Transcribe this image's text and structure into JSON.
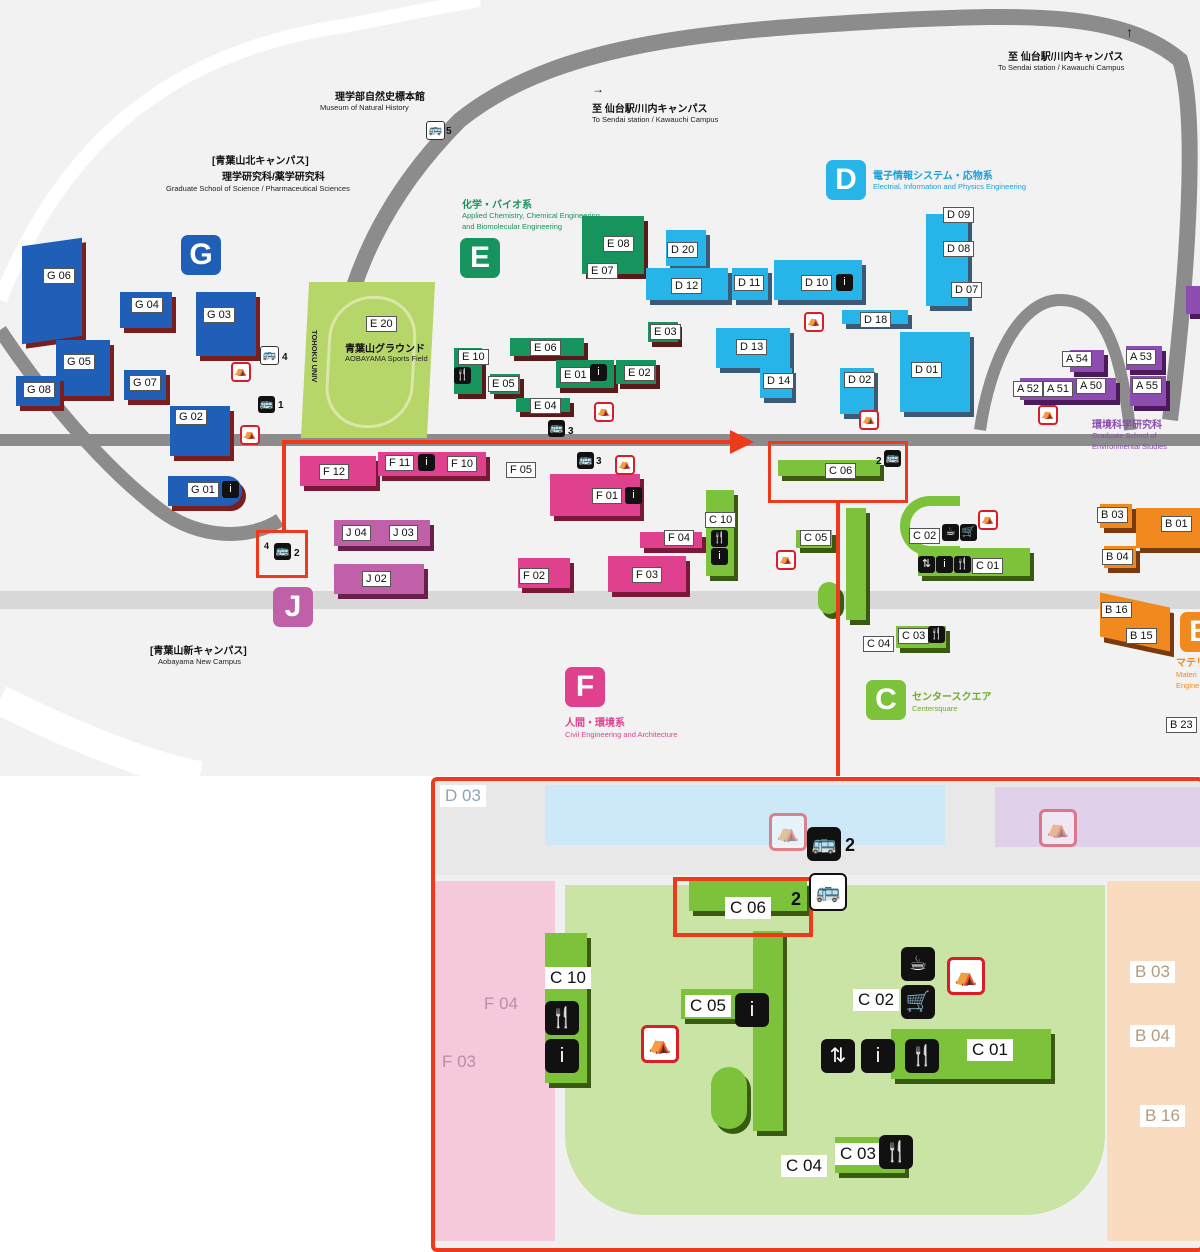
{
  "north_campus": {
    "title": "[青葉山北キャンパス]",
    "subtitle": "理学研究科/薬学研究科",
    "subtitle_en": "Graduate School of Science / Pharmaceutical Sciences"
  },
  "museum": {
    "title": "理学部自然史標本館",
    "title_en": "Museum of Natural History"
  },
  "to_sendai_1": {
    "arrow": "→",
    "title": "至 仙台駅/川内キャンパス",
    "title_en": "To Sendai station / Kawauchi Campus"
  },
  "to_sendai_2": {
    "arrow": "↑",
    "title": "至 仙台駅/川内キャンパス",
    "title_en": "To Sendai station / Kawauchi Campus"
  },
  "new_campus": {
    "title": "[青葉山新キャンパス]",
    "title_en": "Aobayama New Campus"
  },
  "sports_field": {
    "title": "青葉山グラウンド",
    "title_en": "AOBAYAMA Sports Field",
    "side": "TOHOKU UNIV",
    "code": "E 20"
  },
  "zones": {
    "G": {
      "letter": "G",
      "color": "#1f5fb7"
    },
    "E": {
      "letter": "E",
      "color": "#17935e",
      "title": "化学・バイオ系",
      "title_en_1": "Applied Chemistry, Chemical Engineering",
      "title_en_2": "and Biomolecular Engineering"
    },
    "D": {
      "letter": "D",
      "color": "#27b4e8",
      "title": "電子情報システム・応物系",
      "title_en": "Electrial, Information and Physics Engineering"
    },
    "J": {
      "letter": "J",
      "color": "#c060a8"
    },
    "F": {
      "letter": "F",
      "color": "#e0418e",
      "title": "人間・環境系",
      "title_en": "Civil Engineering and Architecture"
    },
    "C": {
      "letter": "C",
      "color": "#7cc23a",
      "title": "センタースクエア",
      "title_en": "Centersquare"
    },
    "B": {
      "letter": "B",
      "color": "#f08a1e",
      "title": "マテリ",
      "title_en_1": "Materi",
      "title_en_2": "Engine"
    },
    "A": {
      "title": "環境科学研究科",
      "title_en_1": "Graduate School of",
      "title_en_2": "Environmental Studies"
    }
  },
  "buildings": {
    "G06": "G 06",
    "G04": "G 04",
    "G03": "G 03",
    "G05": "G 05",
    "G07": "G 07",
    "G08": "G 08",
    "G02": "G 02",
    "G01": "G 01",
    "E08": "E 08",
    "E07": "E 07",
    "E06": "E 06",
    "E03": "E 03",
    "E10": "E 10",
    "E01": "E 01",
    "E02": "E 02",
    "E05": "E 05",
    "E04": "E 04",
    "D09": "D 09",
    "D08": "D 08",
    "D20": "D 20",
    "D12": "D 12",
    "D11": "D 11",
    "D10": "D 10",
    "D07": "D 07",
    "D18": "D 18",
    "D13": "D 13",
    "D14": "D 14",
    "D02": "D 02",
    "D01": "D 01",
    "D03": "D 03",
    "A54": "A 54",
    "A53": "A 53",
    "A52": "A 52",
    "A51": "A 51",
    "A50": "A 50",
    "A55": "A 55",
    "F12": "F 12",
    "F11": "F 11",
    "F10": "F 10",
    "F05": "F 05",
    "F01": "F 01",
    "F04": "F 04",
    "F02": "F 02",
    "F03": "F 03",
    "J04": "J 04",
    "J03": "J 03",
    "J02": "J 02",
    "C10": "C 10",
    "C06": "C 06",
    "C05": "C 05",
    "C02": "C 02",
    "C01": "C 01",
    "C04": "C 04",
    "C03": "C 03",
    "B03": "B 03",
    "B01": "B 01",
    "B04": "B 04",
    "B16": "B 16",
    "B15": "B 15",
    "B23": "B 23"
  },
  "stops": {
    "s1": "1",
    "s2": "2",
    "s3": "3",
    "s4": "4",
    "s5": "5"
  },
  "icons": {
    "info": "i",
    "restaurant": "🍴",
    "toilet": "⛺",
    "bus": "🚌",
    "cafe": "☕",
    "shop": "🛒",
    "elevator": "⇅"
  }
}
